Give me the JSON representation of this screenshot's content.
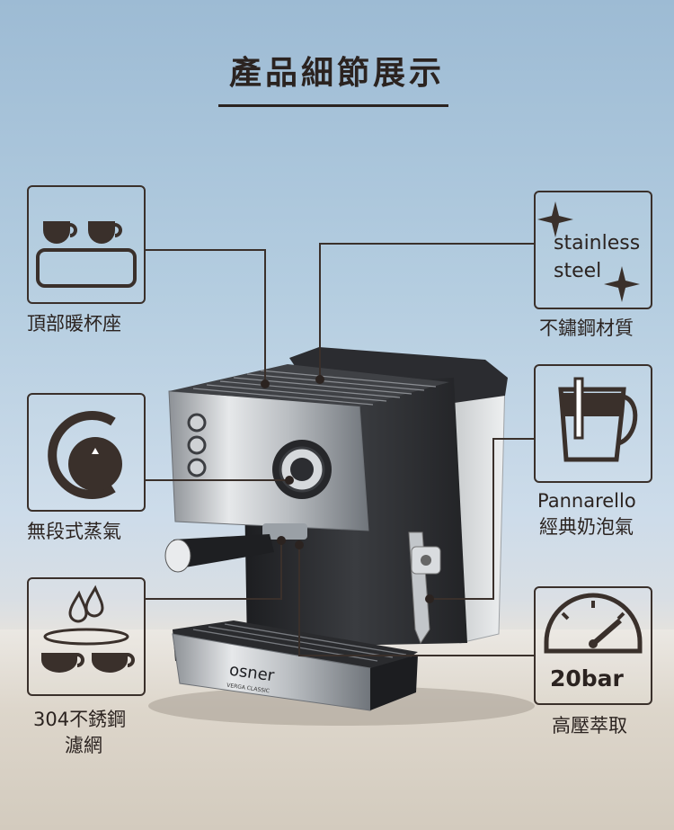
{
  "title": "產品細節展示",
  "features": {
    "cup_warmer": "頂部暖杯座",
    "stainless_icon_text_1": "stainless",
    "stainless_icon_text_2": "steel",
    "stainless": "不鏽鋼材質",
    "steam": "無段式蒸氣",
    "pannarello_1": "Pannarello",
    "pannarello_2": "經典奶泡氣",
    "filter_1": "304不銹鋼",
    "filter_2": "濾網",
    "pressure_value": "20bar",
    "pressure": "高壓萃取"
  },
  "machine": {
    "brand": "osner",
    "model": "VERGA CLASSIC"
  },
  "colors": {
    "ink": "#3a302b",
    "accent": "#2b2320"
  }
}
